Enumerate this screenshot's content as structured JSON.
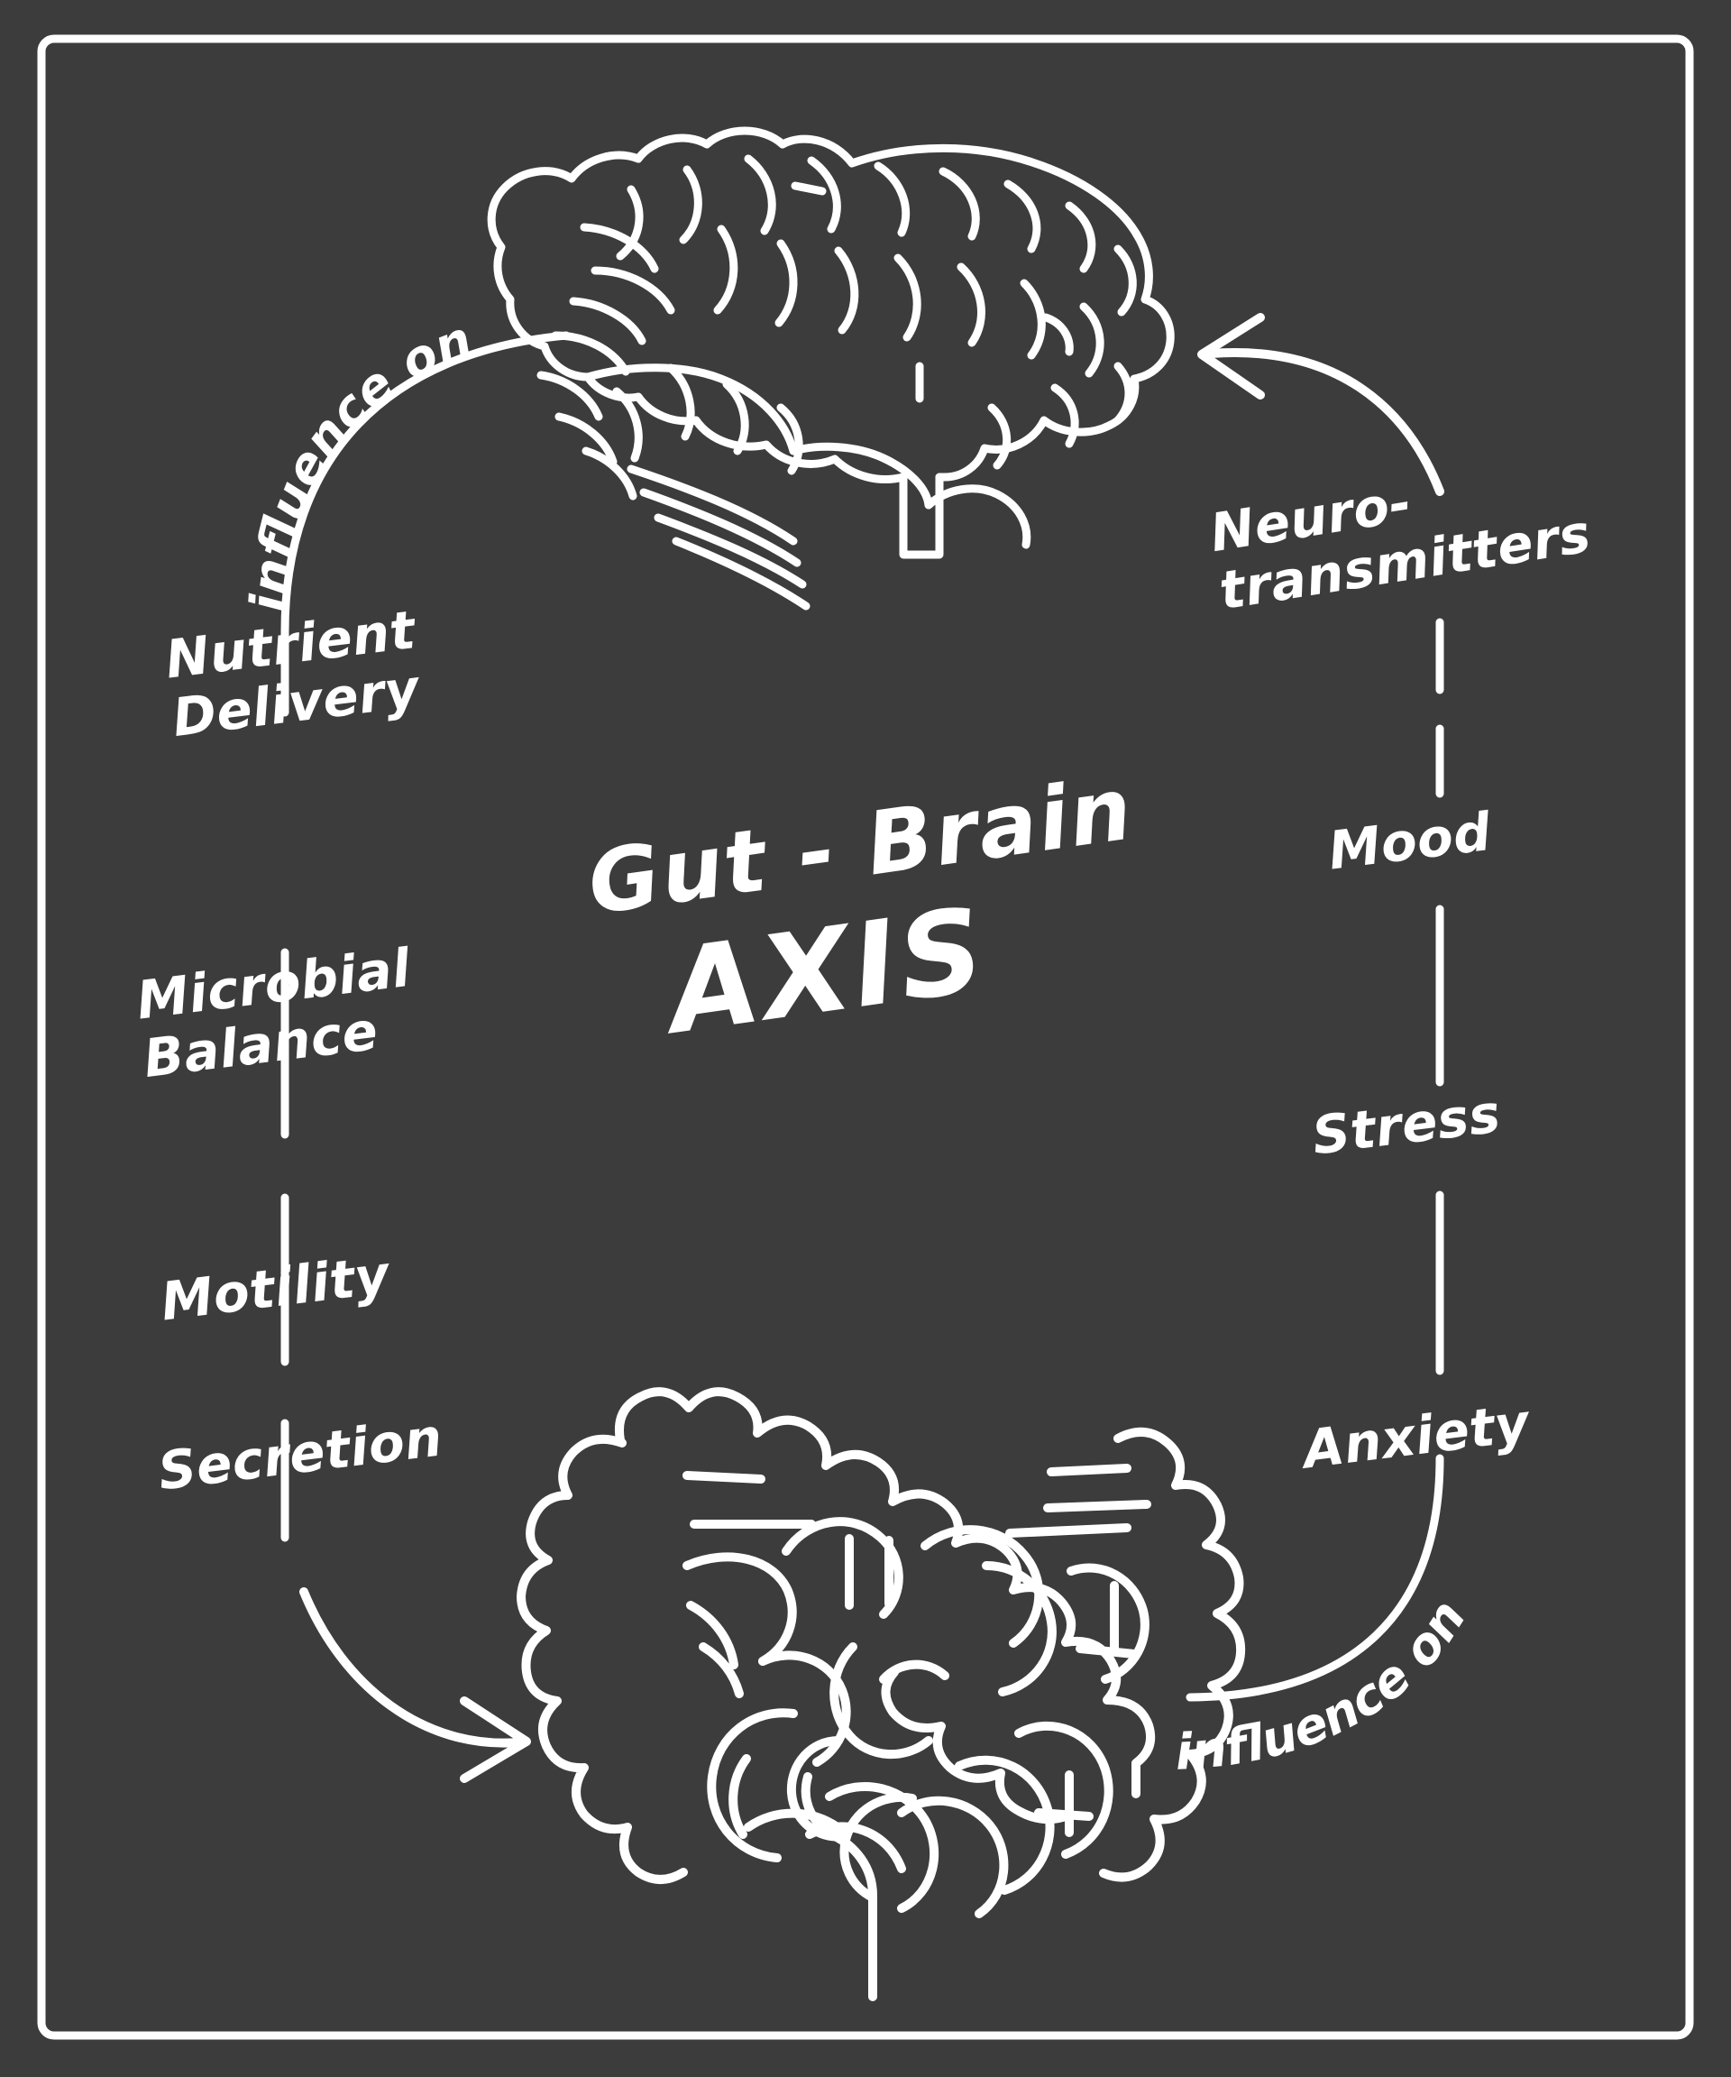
{
  "poster": {
    "background_color": "#3c3c3c",
    "ink_color": "#ffffff",
    "title_line1": "Gut - Brain",
    "title_line2": "AXIS"
  },
  "illustrations": [
    {
      "name": "brain-illustration",
      "label": "brain"
    },
    {
      "name": "intestine-illustration",
      "label": "intestines"
    }
  ],
  "flow": {
    "left_arc_label": "influence on",
    "right_arc_label": "influence on"
  },
  "left_column": {
    "heading": "influence on",
    "items": [
      {
        "label": "Nutrient\nDelivery",
        "line1": "Nutrient",
        "line2": "Delivery"
      },
      {
        "label": "Microbial\nBalance",
        "line1": "Microbial",
        "line2": "Balance"
      },
      {
        "label": "Motility",
        "line1": "Motility",
        "line2": ""
      },
      {
        "label": "Secretion",
        "line1": "Secretion",
        "line2": ""
      }
    ]
  },
  "right_column": {
    "heading": "influence on",
    "items": [
      {
        "label": "Neuro-\ntransmitters",
        "line1": "Neuro-",
        "line2": "transmitters"
      },
      {
        "label": "Mood",
        "line1": "Mood",
        "line2": ""
      },
      {
        "label": "Stress",
        "line1": "Stress",
        "line2": ""
      },
      {
        "label": "Anxiety",
        "line1": "Anxiety",
        "line2": ""
      }
    ]
  }
}
